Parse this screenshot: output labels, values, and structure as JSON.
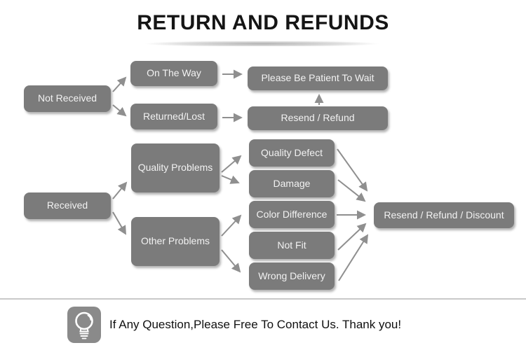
{
  "title": "RETURN AND REFUNDS",
  "nodes": {
    "not_received": "Not Received",
    "on_the_way": "On The Way",
    "returned_lost": "Returned/Lost",
    "please_wait": "Please Be Patient To Wait",
    "resend_refund": "Resend / Refund",
    "received": "Received",
    "quality_problems": "Quality Problems",
    "other_problems": "Other Problems",
    "quality_defect": "Quality Defect",
    "damage": "Damage",
    "color_difference": "Color Difference",
    "not_fit": "Not Fit",
    "wrong_delivery": "Wrong Delivery",
    "resend_refund_discount": "Resend / Refund / Discount"
  },
  "edges": [
    {
      "from": "not_received",
      "to": "on_the_way"
    },
    {
      "from": "not_received",
      "to": "returned_lost"
    },
    {
      "from": "on_the_way",
      "to": "please_wait"
    },
    {
      "from": "returned_lost",
      "to": "resend_refund"
    },
    {
      "from": "resend_refund",
      "to": "please_wait"
    },
    {
      "from": "received",
      "to": "quality_problems"
    },
    {
      "from": "received",
      "to": "other_problems"
    },
    {
      "from": "quality_problems",
      "to": "quality_defect"
    },
    {
      "from": "quality_problems",
      "to": "damage"
    },
    {
      "from": "other_problems",
      "to": "color_difference"
    },
    {
      "from": "other_problems",
      "to": "wrong_delivery"
    },
    {
      "from": "quality_defect",
      "to": "resend_refund_discount"
    },
    {
      "from": "damage",
      "to": "resend_refund_discount"
    },
    {
      "from": "color_difference",
      "to": "resend_refund_discount"
    },
    {
      "from": "not_fit",
      "to": "resend_refund_discount"
    },
    {
      "from": "wrong_delivery",
      "to": "resend_refund_discount"
    }
  ],
  "footer": {
    "icon": "lightbulb-icon",
    "message": "If Any Question,Please Free To Contact Us. Thank you!"
  },
  "colors": {
    "box": "#7b7b7b",
    "arrow": "#8f8f8f",
    "box_text": "#f2f2f2",
    "title_text": "#151515",
    "divider": "#c9c9c9",
    "icon_bg": "#8a8a8a"
  }
}
